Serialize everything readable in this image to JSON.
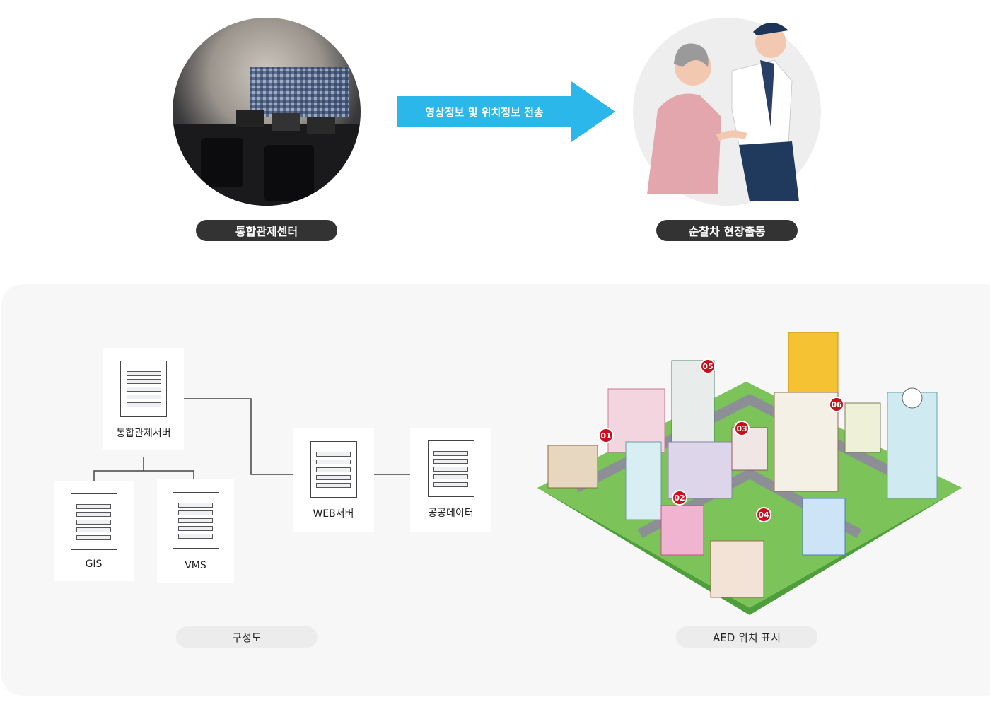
{
  "top": {
    "control_center_label": "통합관제센터",
    "patrol_label": "순찰차 현장출동",
    "arrow_text": "영상정보 및 위치정보 전송",
    "arrow_color": "#2cb7ea"
  },
  "diagram": {
    "nodes": {
      "main_server": "통합관제서버",
      "gis": "GIS",
      "vms": "VMS",
      "web": "WEB서버",
      "public": "공공데이터"
    },
    "caption": "구성도"
  },
  "map": {
    "markers": [
      "01",
      "02",
      "03",
      "04",
      "05",
      "06"
    ],
    "caption": "AED 위치 표시",
    "marker_color": "#c8101c"
  }
}
